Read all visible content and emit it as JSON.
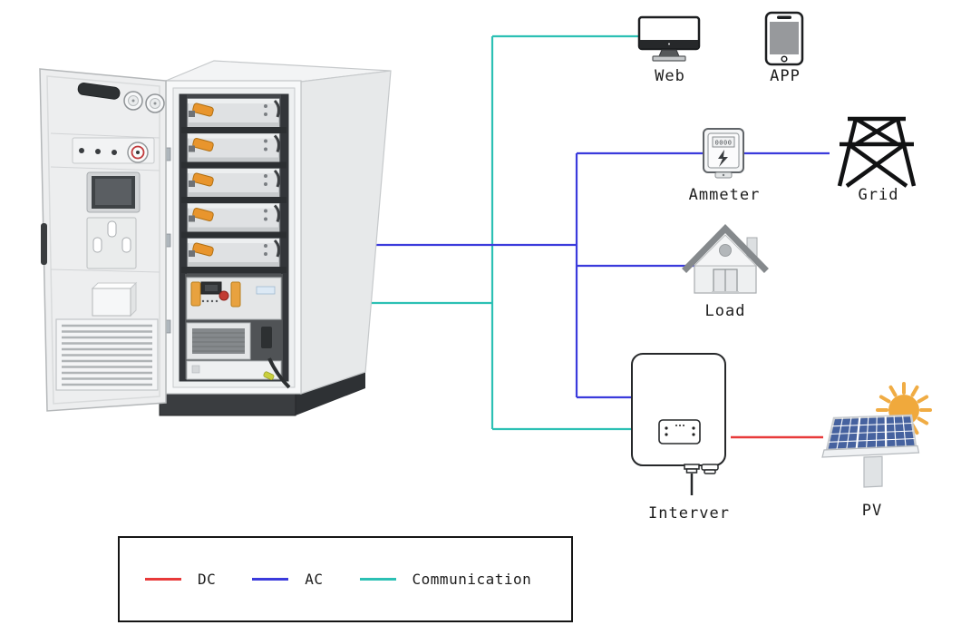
{
  "diagram": {
    "cabinet": {
      "name": "battery-storage-cabinet",
      "battery_modules_visible": 5
    },
    "nodes": {
      "web": {
        "label": "Web"
      },
      "app": {
        "label": "APP"
      },
      "ammeter": {
        "label": "Ammeter",
        "display": "0000"
      },
      "grid": {
        "label": "Grid"
      },
      "load": {
        "label": "Load"
      },
      "inverter": {
        "label": "Interver"
      },
      "pv": {
        "label": "PV"
      }
    },
    "wire_colors": {
      "dc": "#e83a3a",
      "ac": "#3b3bdc",
      "communication": "#2cc0b4"
    },
    "legend": {
      "items": [
        {
          "label": "DC",
          "color": "#e83a3a"
        },
        {
          "label": "AC",
          "color": "#3b3bdc"
        },
        {
          "label": "Communication",
          "color": "#2cc0b4"
        }
      ]
    }
  }
}
